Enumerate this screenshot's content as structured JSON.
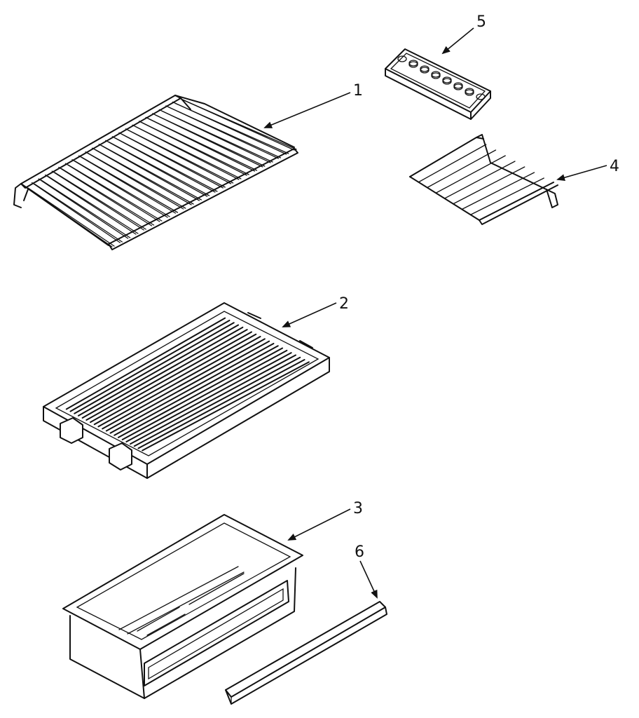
{
  "callouts": [
    "1",
    "2",
    "3",
    "4",
    "5",
    "6"
  ]
}
